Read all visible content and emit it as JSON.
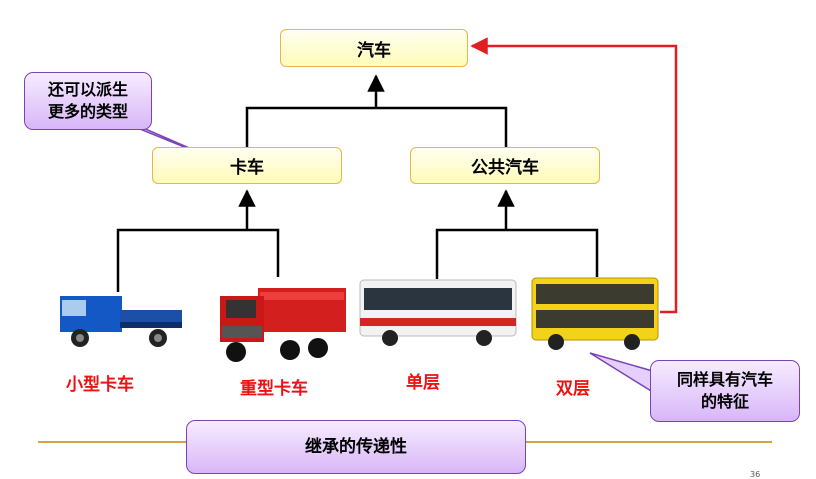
{
  "diagram": {
    "root": "汽车",
    "mid_left": "卡车",
    "mid_right": "公共汽车",
    "leaves": [
      "小型卡车",
      "重型卡车",
      "单层",
      "双层"
    ],
    "callout_top": [
      "还可以派生",
      "更多的类型"
    ],
    "callout_bottom": [
      "同样具有汽车",
      "的特征"
    ],
    "banner": "继承的传递性",
    "slide_number": "36"
  },
  "colors": {
    "node_border": "#e9b64a",
    "leaf_label": "#ee1111",
    "arrow_red": "#e02020",
    "callout_border": "#7a44b8",
    "rule_line": "#d6a341"
  }
}
